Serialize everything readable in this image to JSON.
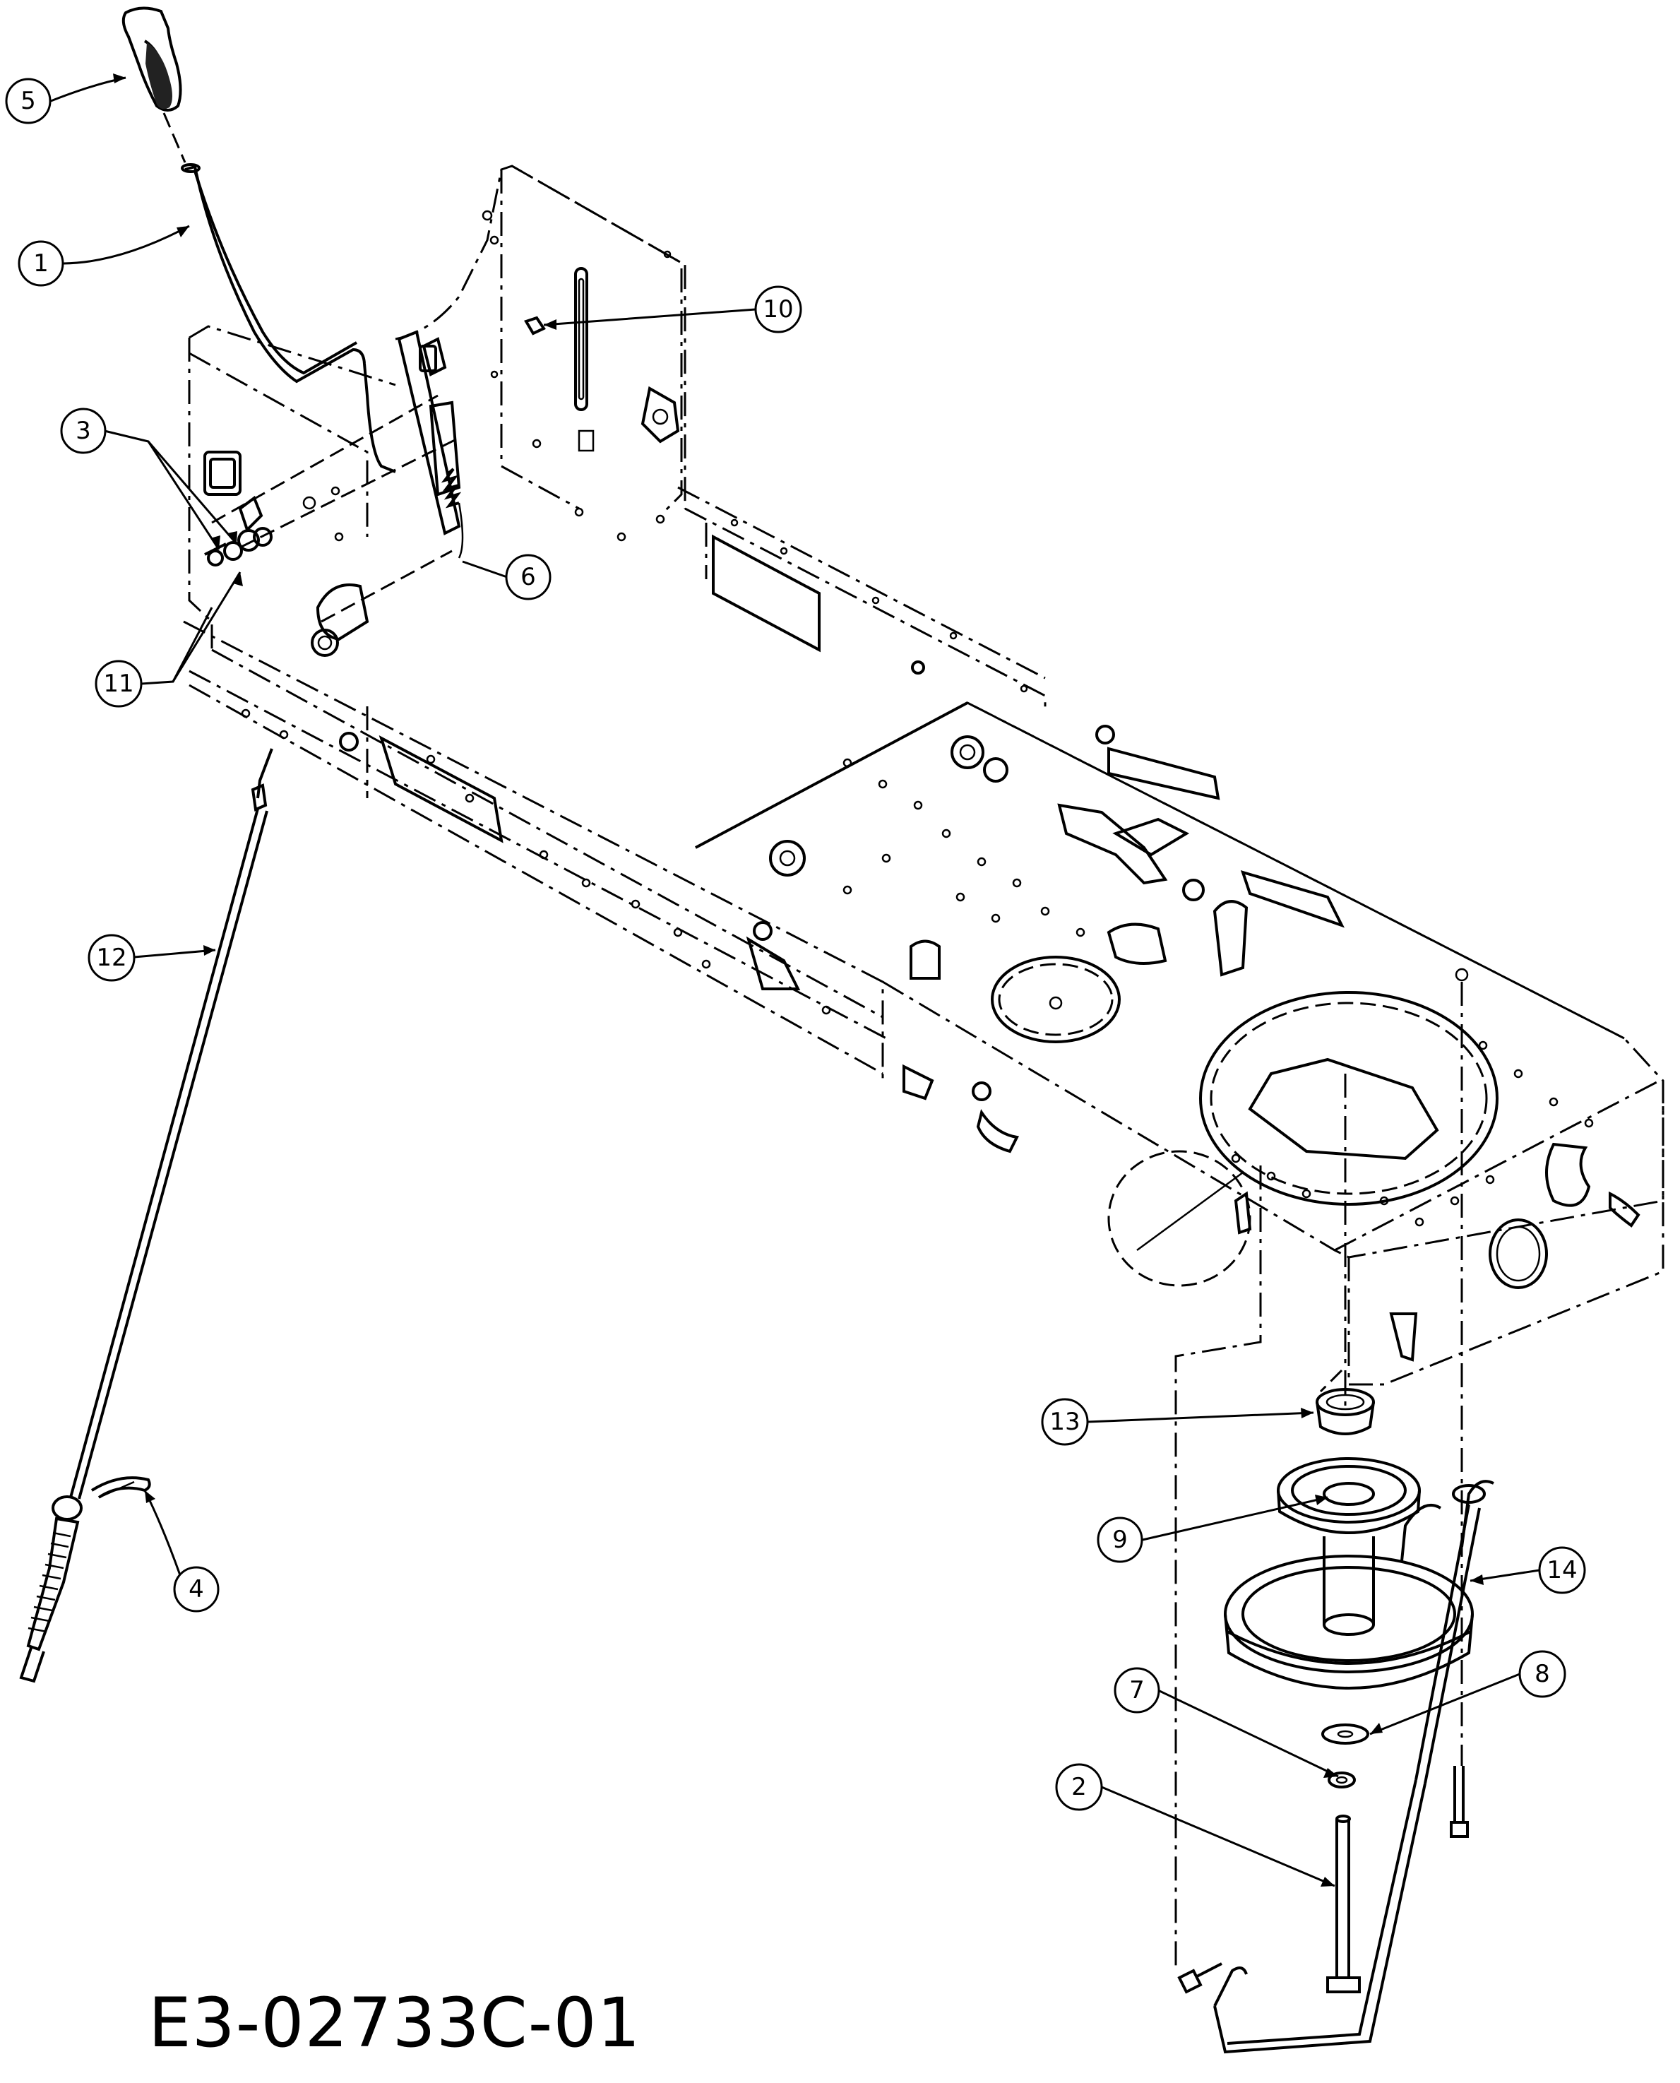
{
  "callouts": [
    {
      "id": "5",
      "label": "5"
    },
    {
      "id": "1",
      "label": "1"
    },
    {
      "id": "10",
      "label": "10"
    },
    {
      "id": "3",
      "label": "3"
    },
    {
      "id": "6",
      "label": "6"
    },
    {
      "id": "11",
      "label": "11"
    },
    {
      "id": "12",
      "label": "12"
    },
    {
      "id": "4",
      "label": "4"
    },
    {
      "id": "13",
      "label": "13"
    },
    {
      "id": "9",
      "label": "9"
    },
    {
      "id": "14",
      "label": "14"
    },
    {
      "id": "7",
      "label": "7"
    },
    {
      "id": "8",
      "label": "8"
    },
    {
      "id": "2",
      "label": "2"
    }
  ],
  "drawing_code": "E3-02733C-01"
}
